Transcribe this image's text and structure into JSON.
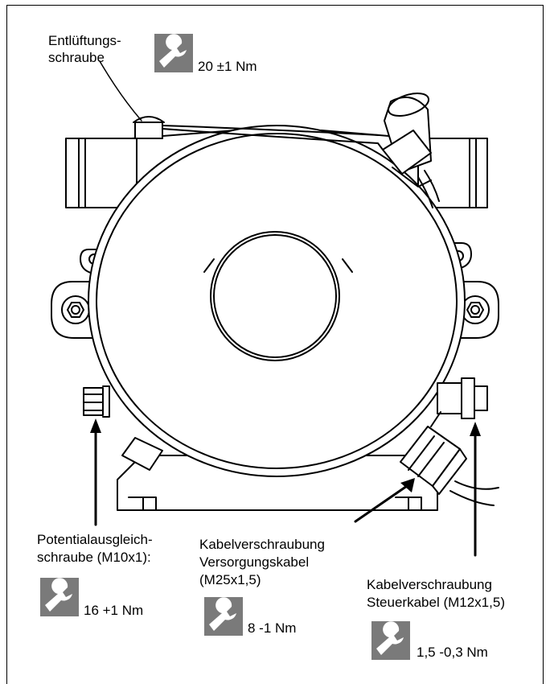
{
  "callouts": {
    "vent_screw": {
      "line1": "Entlüftungs-",
      "line2": "schraube",
      "torque": "20 ±1 Nm",
      "icon": "wrench-icon"
    },
    "potential_screw": {
      "line1": "Potentialausgleich-",
      "line2": "schraube (M10x1):",
      "torque": "16 +1 Nm",
      "icon": "wrench-icon"
    },
    "supply_gland": {
      "line1": "Kabelverschraubung",
      "line2": "Versorgungskabel",
      "line3": "(M25x1,5)",
      "torque": "8 -1 Nm",
      "icon": "wrench-icon"
    },
    "control_gland": {
      "line1": "Kabelverschraubung",
      "line2": "Steuerkabel (M12x1,5)",
      "torque": "1,5 -0,3 Nm",
      "icon": "wrench-icon"
    }
  },
  "colors": {
    "icon_background": "#7a7a7a",
    "icon_foreground": "#ffffff",
    "line": "#000000"
  }
}
